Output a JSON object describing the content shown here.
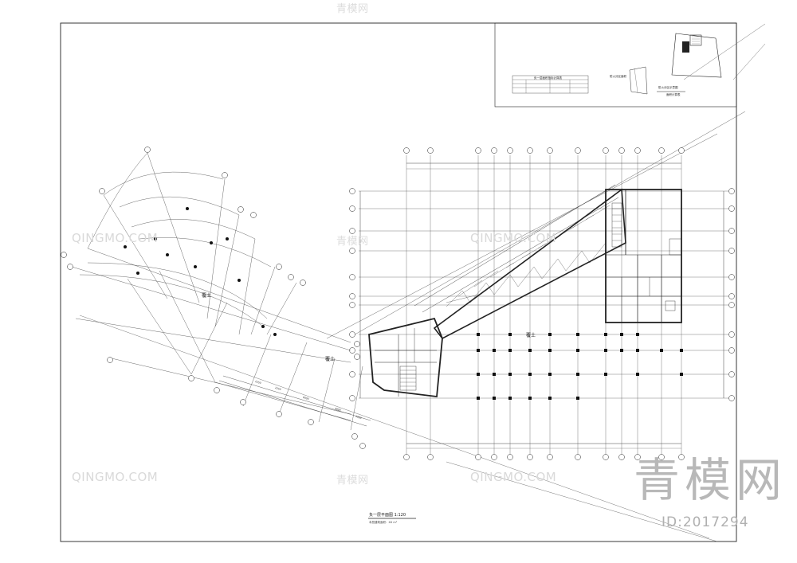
{
  "drawing": {
    "plan_title": "负一层平面图",
    "plan_scale": "1:120",
    "plan_subtitle": "本层建筑面积：XX m²",
    "fill_label": "覆土",
    "dims_lower": [
      "2250",
      "2250",
      "8000",
      "4000",
      "5000"
    ],
    "inset_captions": {
      "table_title": "负一层面积指标计算表",
      "detail_caption": "防火分区示意图",
      "detail_sub": "面积计算表",
      "note": "防火分区面积"
    }
  },
  "watermarks": {
    "latin": "QINGMO.COM",
    "cn": "青模网",
    "big": "青模网",
    "id_tag": "ID:2017294"
  },
  "colors": {
    "line": "#1a1a1a",
    "wall": "#333333",
    "watermark": "#cccccc"
  }
}
